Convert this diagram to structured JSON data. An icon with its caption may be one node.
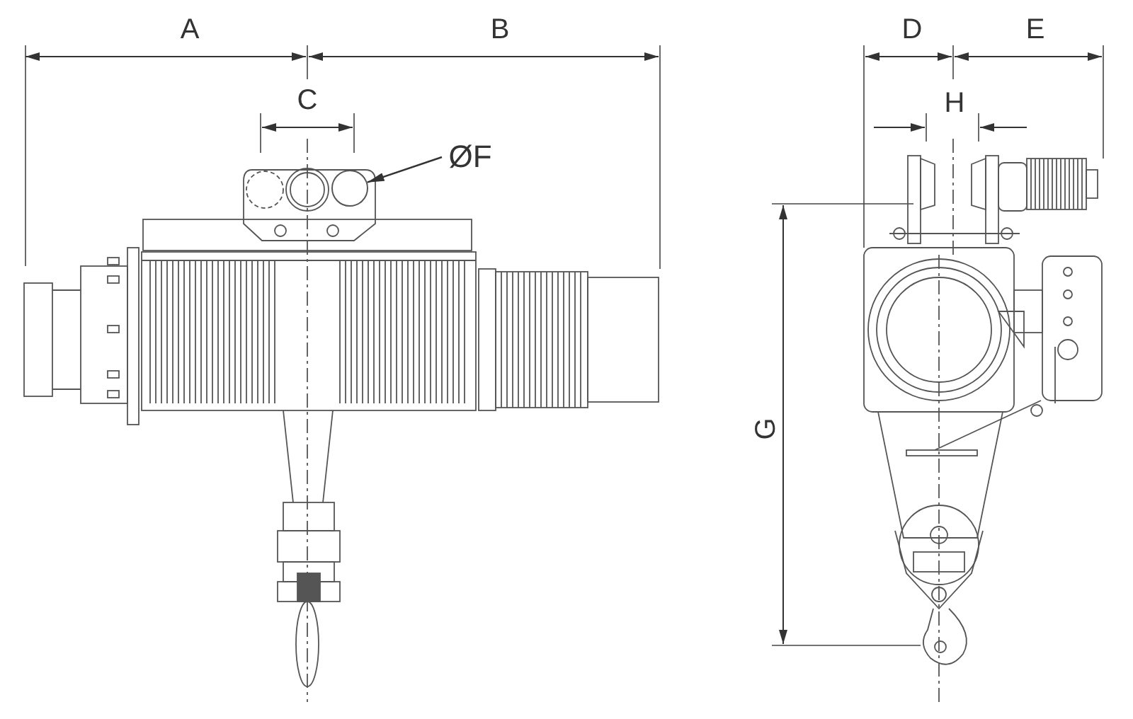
{
  "diagram": {
    "nodes": [
      {
        "text": [
          "ØF"
        ]
      },
      {
        "text": [],
        "shape": "circle"
      }
    ],
    "edges": [
      {
        "from": 0,
        "to": 1,
        "arrow": "to"
      }
    ],
    "labels": [
      "A",
      "B",
      "C",
      "D",
      "E",
      "H",
      "G"
    ]
  }
}
